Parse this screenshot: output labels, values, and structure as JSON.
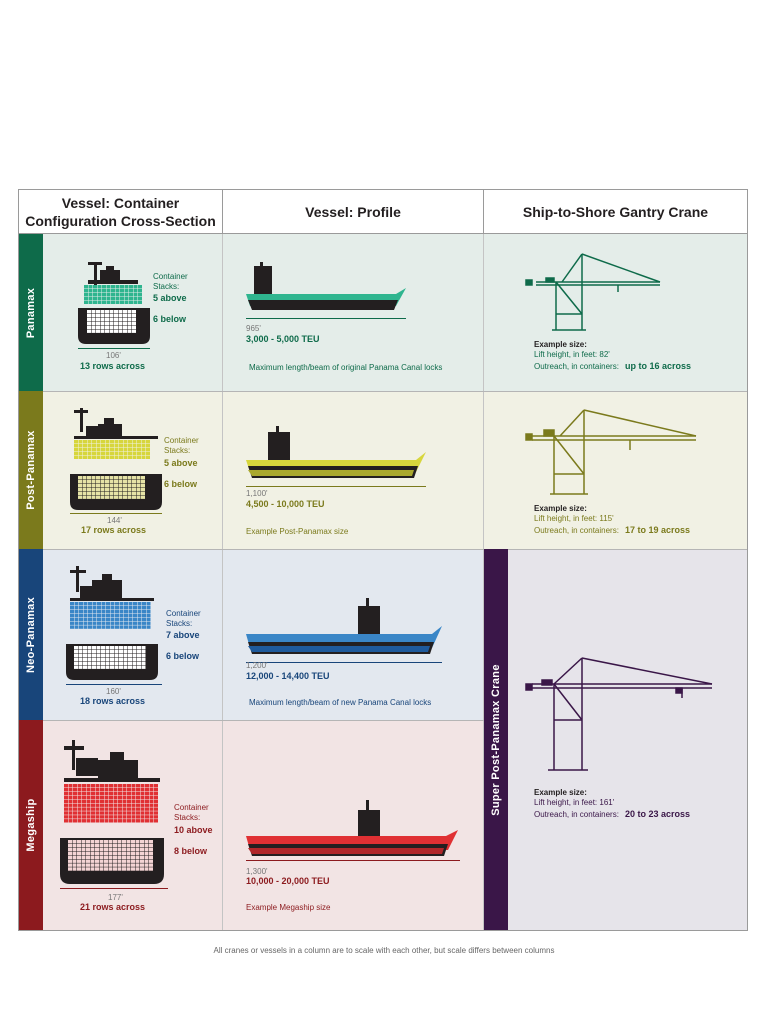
{
  "headers": {
    "col1": "Vessel: Container Configuration Cross-Section",
    "col2": "Vessel: Profile",
    "col3": "Ship-to-Shore Gantry Crane"
  },
  "colors": {
    "panamax": "#0e6b4a",
    "panamax_bg": "#e4ede9",
    "postpanamax": "#7b7a1c",
    "postpanamax_bg": "#f1f1e4",
    "neopanamax": "#18457a",
    "neopanamax_bg": "#e3e8ef",
    "megaship": "#8c1a1e",
    "megaship_bg": "#f2e4e4",
    "superpost": "#3a1648",
    "superpost_bg": "#e6e4ea"
  },
  "rows": [
    {
      "name": "Panamax",
      "stacks_label": "Container Stacks:",
      "above": "5 above",
      "below": "6 below",
      "beam": "106'",
      "rows_across": "13 rows across",
      "length": "965'",
      "teu": "3,000 - 5,000 TEU",
      "note": "Maximum length/beam of original Panama Canal locks"
    },
    {
      "name": "Post-Panamax",
      "stacks_label": "Container Stacks:",
      "above": "5 above",
      "below": "6 below",
      "beam": "144'",
      "rows_across": "17 rows across",
      "length": "1,100'",
      "teu": "4,500 - 10,000 TEU",
      "note": "Example Post-Panamax size"
    },
    {
      "name": "Neo-Panamax",
      "stacks_label": "Container Stacks:",
      "above": "7 above",
      "below": "6 below",
      "beam": "160'",
      "rows_across": "18 rows across",
      "length": "1,200'",
      "teu": "12,000 - 14,400 TEU",
      "note": "Maximum length/beam of new Panama Canal locks"
    },
    {
      "name": "Megaship",
      "stacks_label": "Container Stacks:",
      "above": "10 above",
      "below": "8 below",
      "beam": "177'",
      "rows_across": "21 rows across",
      "length": "1,300'",
      "teu": "10,000 - 20,000 TEU",
      "note": "Example Megaship size"
    }
  ],
  "cranes": [
    {
      "example": "Example size:",
      "lift": "Lift height, in feet: 82'",
      "outreach_label": "Outreach, in containers:",
      "outreach": "up to 16 across"
    },
    {
      "example": "Example size:",
      "lift": "Lift height, in feet: 115'",
      "outreach_label": "Outreach, in containers:",
      "outreach": "17 to 19 across"
    },
    {
      "name": "Super Post-Panamax Crane",
      "example": "Example size:",
      "lift": "Lift height, in feet: 161'",
      "outreach_label": "Outreach, in containers:",
      "outreach": "20 to 23 across"
    }
  ],
  "footnote": "All cranes or vessels in a column are to scale with each other, but scale differs between columns"
}
